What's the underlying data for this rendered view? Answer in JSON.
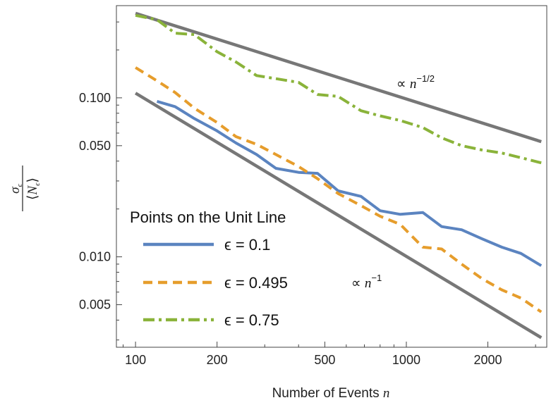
{
  "chart_data": {
    "type": "line",
    "xlabel": "Number of Events",
    "xlabel_var": "n",
    "ylabel_num": "σ",
    "ylabel_num_sub": "ϵ",
    "ylabel_den_left": "⟨",
    "ylabel_den_var": "N",
    "ylabel_den_sub": "ϵ",
    "ylabel_den_right": "⟩",
    "x_scale": "log",
    "y_scale": "log",
    "xlim": [
      85,
      3300
    ],
    "ylim": [
      0.0027,
      0.38
    ],
    "x_ticks": [
      100,
      200,
      500,
      1000,
      2000
    ],
    "x_tick_labels": [
      "100",
      "200",
      "500",
      "1000",
      "2000"
    ],
    "y_ticks": [
      0.005,
      0.01,
      0.05,
      0.1
    ],
    "y_tick_labels": [
      "0.005",
      "0.010",
      "0.050",
      "0.100"
    ],
    "legend": {
      "title": "Points on the Unit Line",
      "placement": "bottom-left"
    },
    "series": [
      {
        "name": "ϵ = 0.1",
        "color": "#5b84c0",
        "dash": "solid",
        "x": [
          120,
          140,
          165,
          200,
          235,
          280,
          330,
          400,
          470,
          560,
          680,
          800,
          950,
          1150,
          1350,
          1600,
          1900,
          2250,
          2650,
          3150
        ],
        "y": [
          0.095,
          0.088,
          0.074,
          0.062,
          0.052,
          0.044,
          0.036,
          0.034,
          0.0335,
          0.026,
          0.024,
          0.0195,
          0.0185,
          0.019,
          0.0155,
          0.0148,
          0.013,
          0.0115,
          0.0105,
          0.0088
        ]
      },
      {
        "name": "ϵ = 0.495",
        "color": "#e69d2c",
        "dash": "dashed",
        "x": [
          100,
          120,
          140,
          165,
          200,
          235,
          280,
          330,
          400,
          470,
          560,
          680,
          800,
          950,
          1150,
          1350,
          1600,
          1900,
          2250,
          2650,
          3150
        ],
        "y": [
          0.155,
          0.128,
          0.108,
          0.086,
          0.07,
          0.057,
          0.051,
          0.044,
          0.037,
          0.031,
          0.025,
          0.021,
          0.018,
          0.016,
          0.0115,
          0.0112,
          0.009,
          0.0073,
          0.0062,
          0.0055,
          0.0045
        ]
      },
      {
        "name": "ϵ = 0.75",
        "color": "#8ab33a",
        "dash": "dashdot",
        "x": [
          100,
          120,
          140,
          165,
          200,
          235,
          280,
          330,
          400,
          470,
          560,
          680,
          800,
          950,
          1150,
          1350,
          1600,
          1900,
          2250,
          2650,
          3150
        ],
        "y": [
          0.33,
          0.31,
          0.255,
          0.25,
          0.195,
          0.168,
          0.138,
          0.132,
          0.125,
          0.105,
          0.102,
          0.083,
          0.077,
          0.072,
          0.065,
          0.056,
          0.05,
          0.047,
          0.045,
          0.042,
          0.039
        ]
      }
    ],
    "reference_lines": [
      {
        "label_prefix": "∝ ",
        "label_var": "n",
        "label_exp": "−1/2",
        "color": "#777777",
        "x": [
          100,
          3150
        ],
        "y": [
          0.34,
          0.053
        ]
      },
      {
        "label_prefix": "∝ ",
        "label_var": "n",
        "label_exp": "−1",
        "color": "#777777",
        "x": [
          100,
          3150
        ],
        "y": [
          0.107,
          0.0031
        ]
      }
    ]
  }
}
